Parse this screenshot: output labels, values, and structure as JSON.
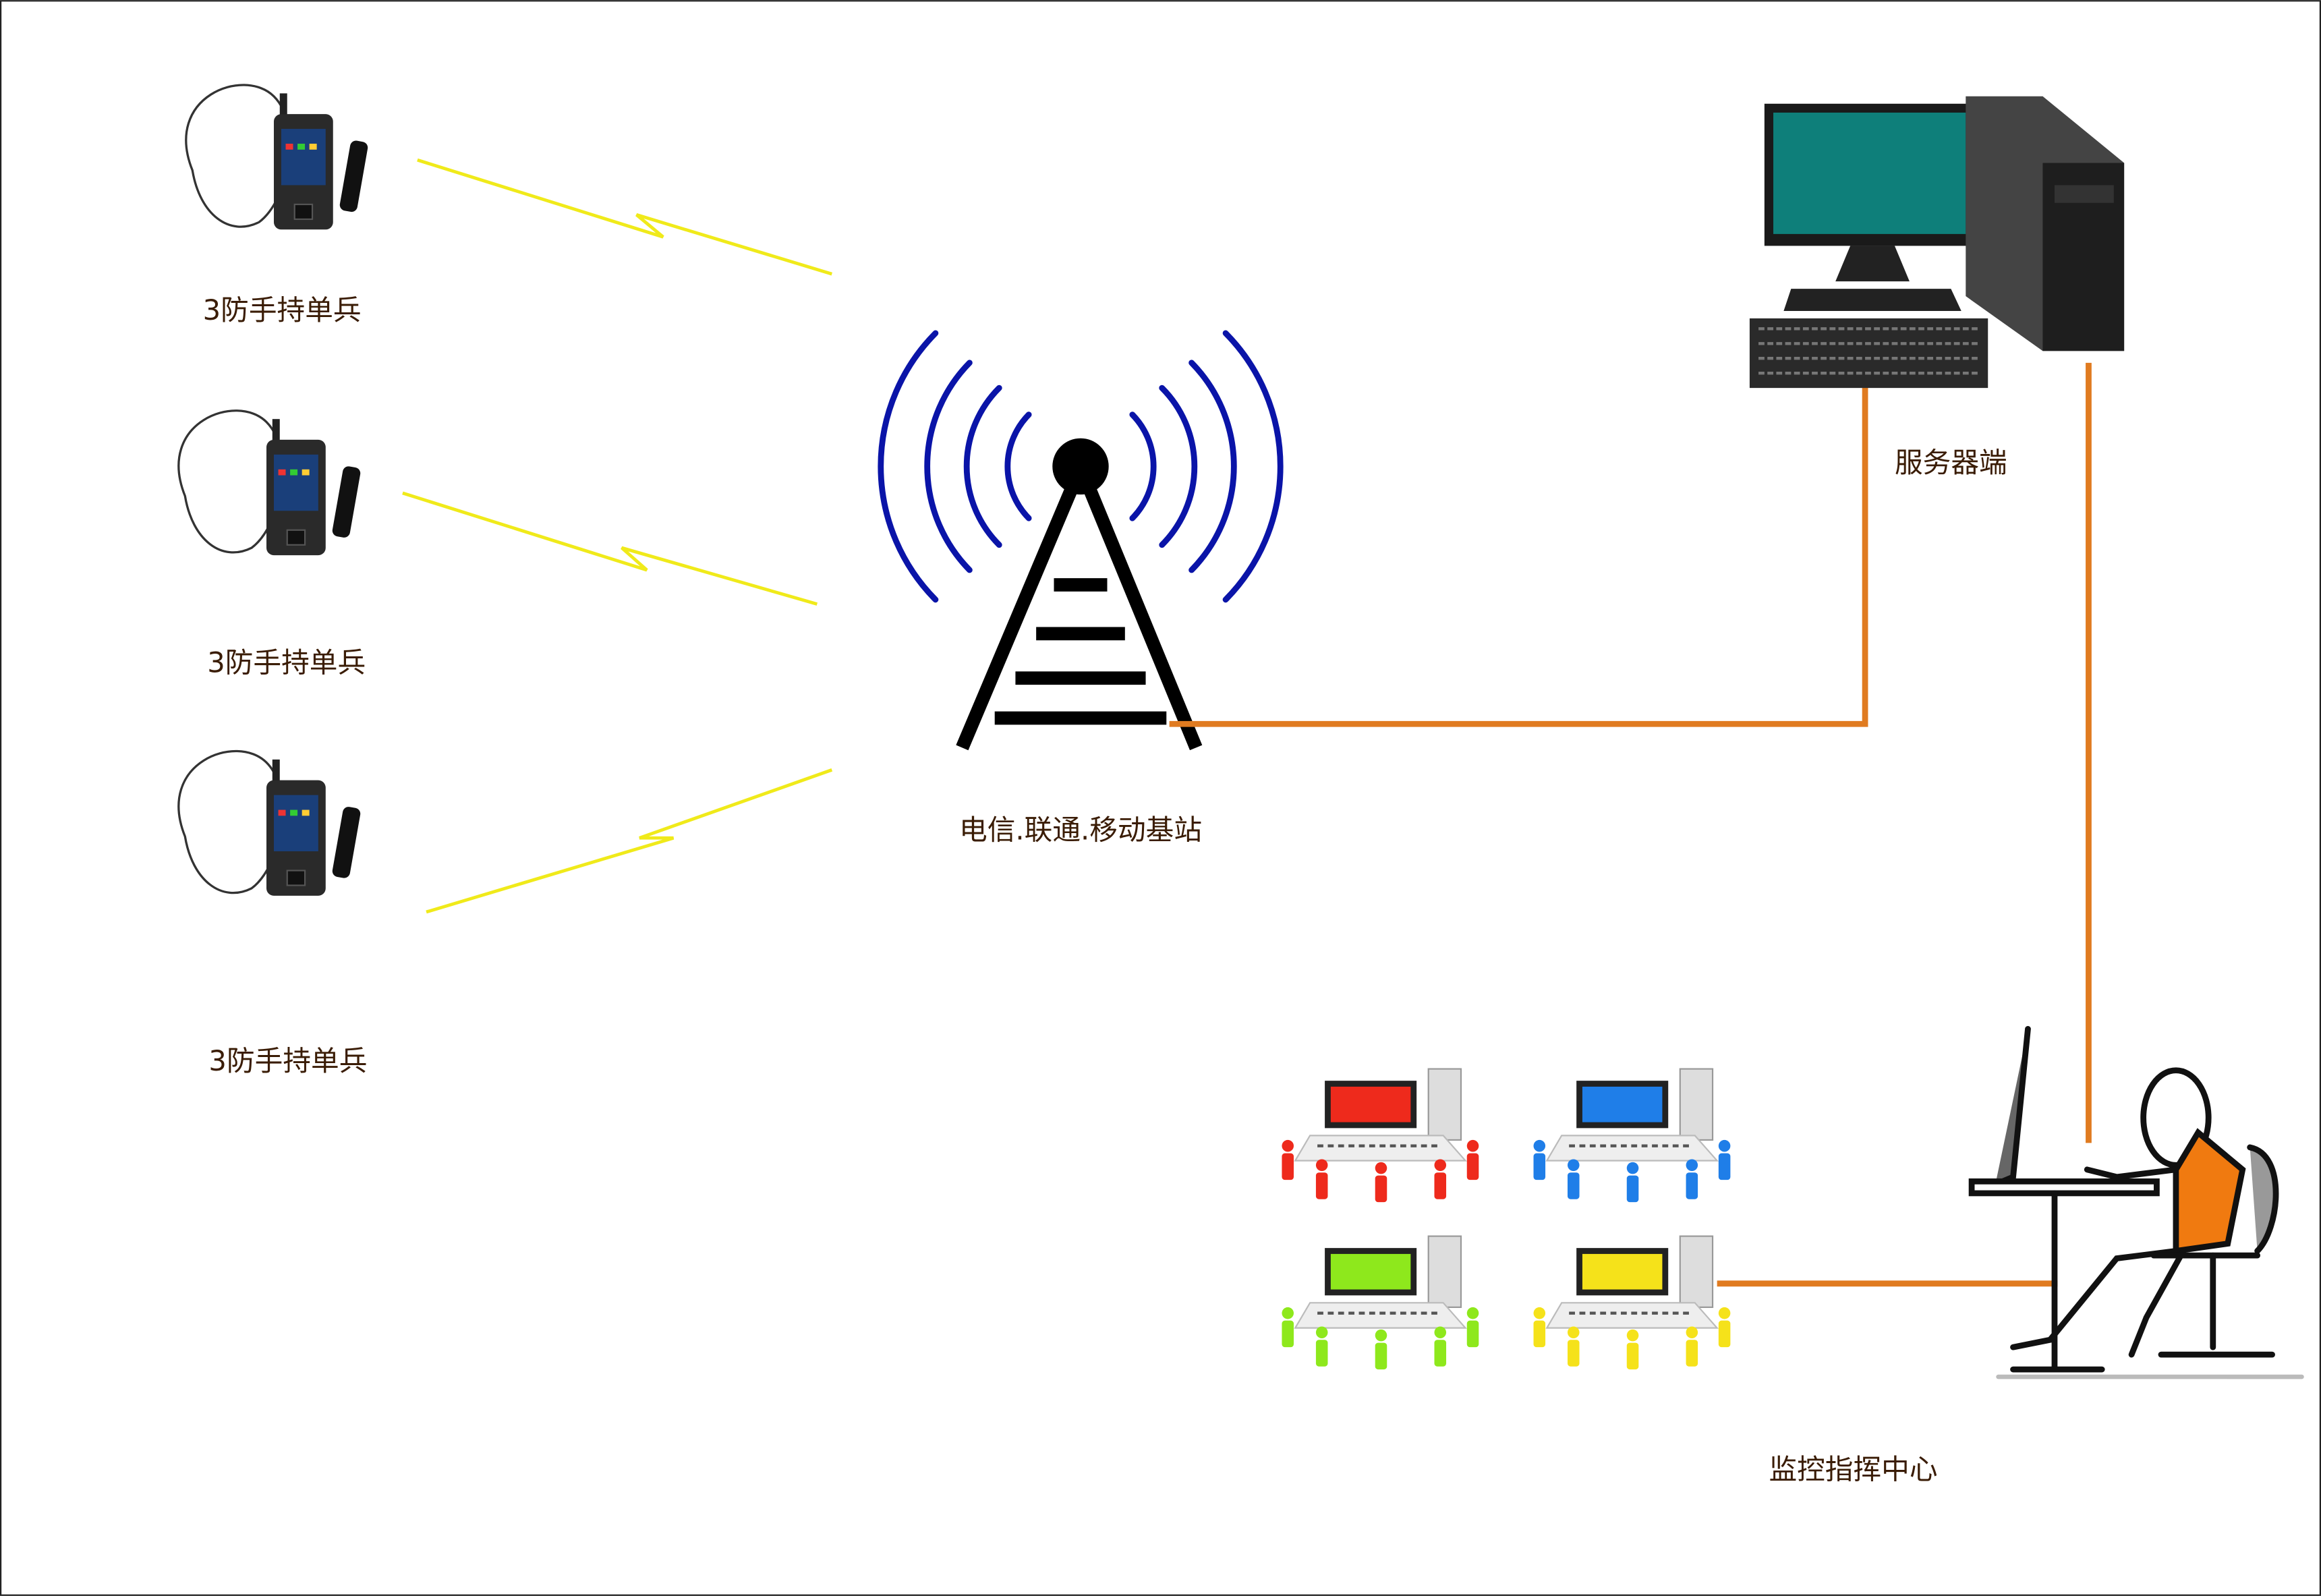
{
  "colors": {
    "link_line": "#e07b20",
    "radio_waves": "#0a14a8",
    "lightning": "#f0ea1a",
    "label_text": "#3a1c05",
    "group_colors": [
      "#ee2a1c",
      "#1f7ee8",
      "#8ee81c",
      "#f5e21a"
    ]
  },
  "terminals": [
    {
      "label": "3防手持单兵",
      "icon": "rugged-handheld-radio-icon"
    },
    {
      "label": "3防手持单兵",
      "icon": "rugged-handheld-radio-icon"
    },
    {
      "label": "3防手持单兵",
      "icon": "rugged-handheld-radio-icon"
    }
  ],
  "base_station": {
    "label": "电信.联通.移动基站",
    "icon": "cell-tower-icon"
  },
  "server": {
    "label": "服务器端",
    "icon": "desktop-computer-icon"
  },
  "command_center": {
    "label": "监控指挥中心",
    "icon": "operator-at-desk-icon",
    "groups_icon": "workstation-group-icon"
  }
}
